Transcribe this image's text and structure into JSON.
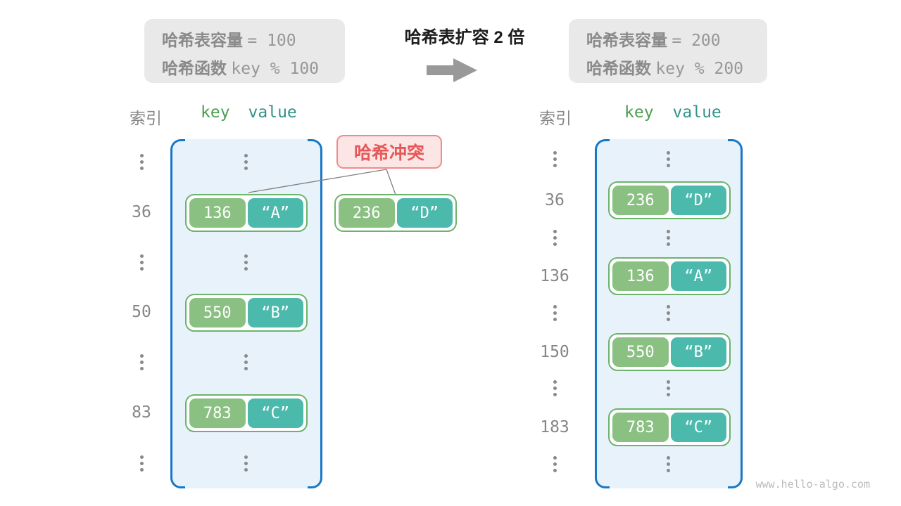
{
  "info_left": {
    "label1": "哈希表容量",
    "value1": "= 100",
    "label2": "哈希函数",
    "value2": "key % 100"
  },
  "info_right": {
    "label1": "哈希表容量",
    "value1": "= 200",
    "label2": "哈希函数",
    "value2": "key % 200"
  },
  "transition": {
    "title": "哈希表扩容 2 倍"
  },
  "collision": {
    "label": "哈希冲突"
  },
  "floating_pair": {
    "key": "236",
    "value": "“D”"
  },
  "watermark": {
    "text": "www.hello-algo.com"
  },
  "colors": {
    "container_border": "#1878c8",
    "container_fill": "#e8f2fb",
    "pair_border": "#6cb46c",
    "key_fill": "#8bc083",
    "value_fill": "#4cb9ad",
    "collision_text": "#e65858",
    "collision_fill": "#fbe5e5",
    "key_header": "#4e9d50",
    "value_header": "#33938a",
    "gray_text": "#868686"
  },
  "left_table": {
    "headers": {
      "index": "索引",
      "key": "key",
      "value": "value"
    },
    "rows": [
      {
        "index": "36",
        "key": "136",
        "value": "“A”"
      },
      {
        "index": "50",
        "key": "550",
        "value": "“B”"
      },
      {
        "index": "83",
        "key": "783",
        "value": "“C”"
      }
    ]
  },
  "right_table": {
    "headers": {
      "index": "索引",
      "key": "key",
      "value": "value"
    },
    "rows": [
      {
        "index": "36",
        "key": "236",
        "value": "“D”"
      },
      {
        "index": "136",
        "key": "136",
        "value": "“A”"
      },
      {
        "index": "150",
        "key": "550",
        "value": "“B”"
      },
      {
        "index": "183",
        "key": "783",
        "value": "“C”"
      }
    ]
  }
}
